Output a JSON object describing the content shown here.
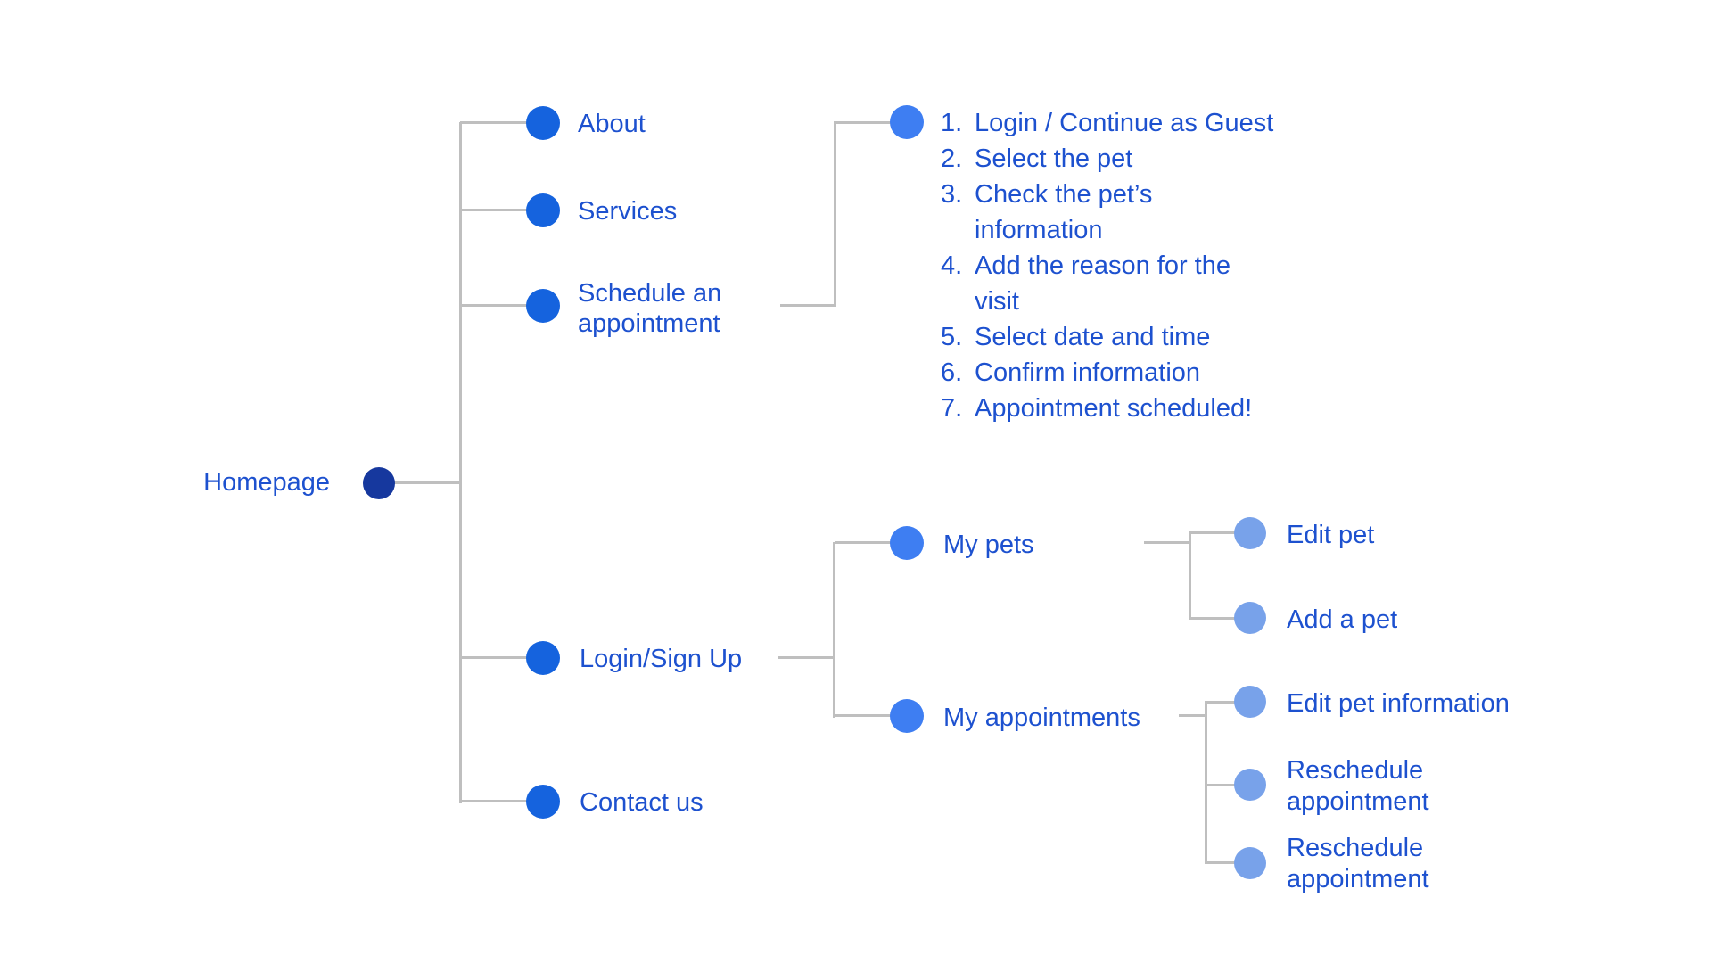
{
  "colors": {
    "background": "#ffffff",
    "connector": "#bfbfbf",
    "label_text": "#1d51cf",
    "node_root": "#16389e",
    "node_level1": "#1563de",
    "node_level2": "#3e7ef2",
    "node_level3": "#78a2ea"
  },
  "sitemap": {
    "root": {
      "label": "Homepage"
    },
    "children": [
      {
        "label": "About"
      },
      {
        "label": "Services"
      },
      {
        "label_lines": [
          "Schedule an",
          "appointment"
        ]
      },
      {
        "label": "Login/Sign Up"
      },
      {
        "label": "Contact us"
      }
    ],
    "schedule_flow": {
      "steps": [
        {
          "num": "1.",
          "lines": [
            "Login / Continue as Guest"
          ]
        },
        {
          "num": "2.",
          "lines": [
            "Select the pet"
          ]
        },
        {
          "num": "3.",
          "lines": [
            "Check the pet’s",
            "information"
          ]
        },
        {
          "num": "4.",
          "lines": [
            "Add the reason for the",
            "visit"
          ]
        },
        {
          "num": "5.",
          "lines": [
            "Select date and time"
          ]
        },
        {
          "num": "6.",
          "lines": [
            "Confirm information"
          ]
        },
        {
          "num": "7.",
          "lines": [
            "Appointment scheduled!"
          ]
        }
      ]
    },
    "login_branch": {
      "my_pets": {
        "label": "My pets",
        "children": [
          {
            "label": "Edit pet"
          },
          {
            "label": "Add a pet"
          }
        ]
      },
      "my_appointments": {
        "label": "My appointments",
        "children": [
          {
            "label_lines": [
              "Edit pet information",
              ""
            ]
          },
          {
            "label_lines": [
              "Reschedule",
              "appointment"
            ]
          },
          {
            "label_lines": [
              "Reschedule",
              "appointment"
            ]
          }
        ]
      }
    }
  }
}
